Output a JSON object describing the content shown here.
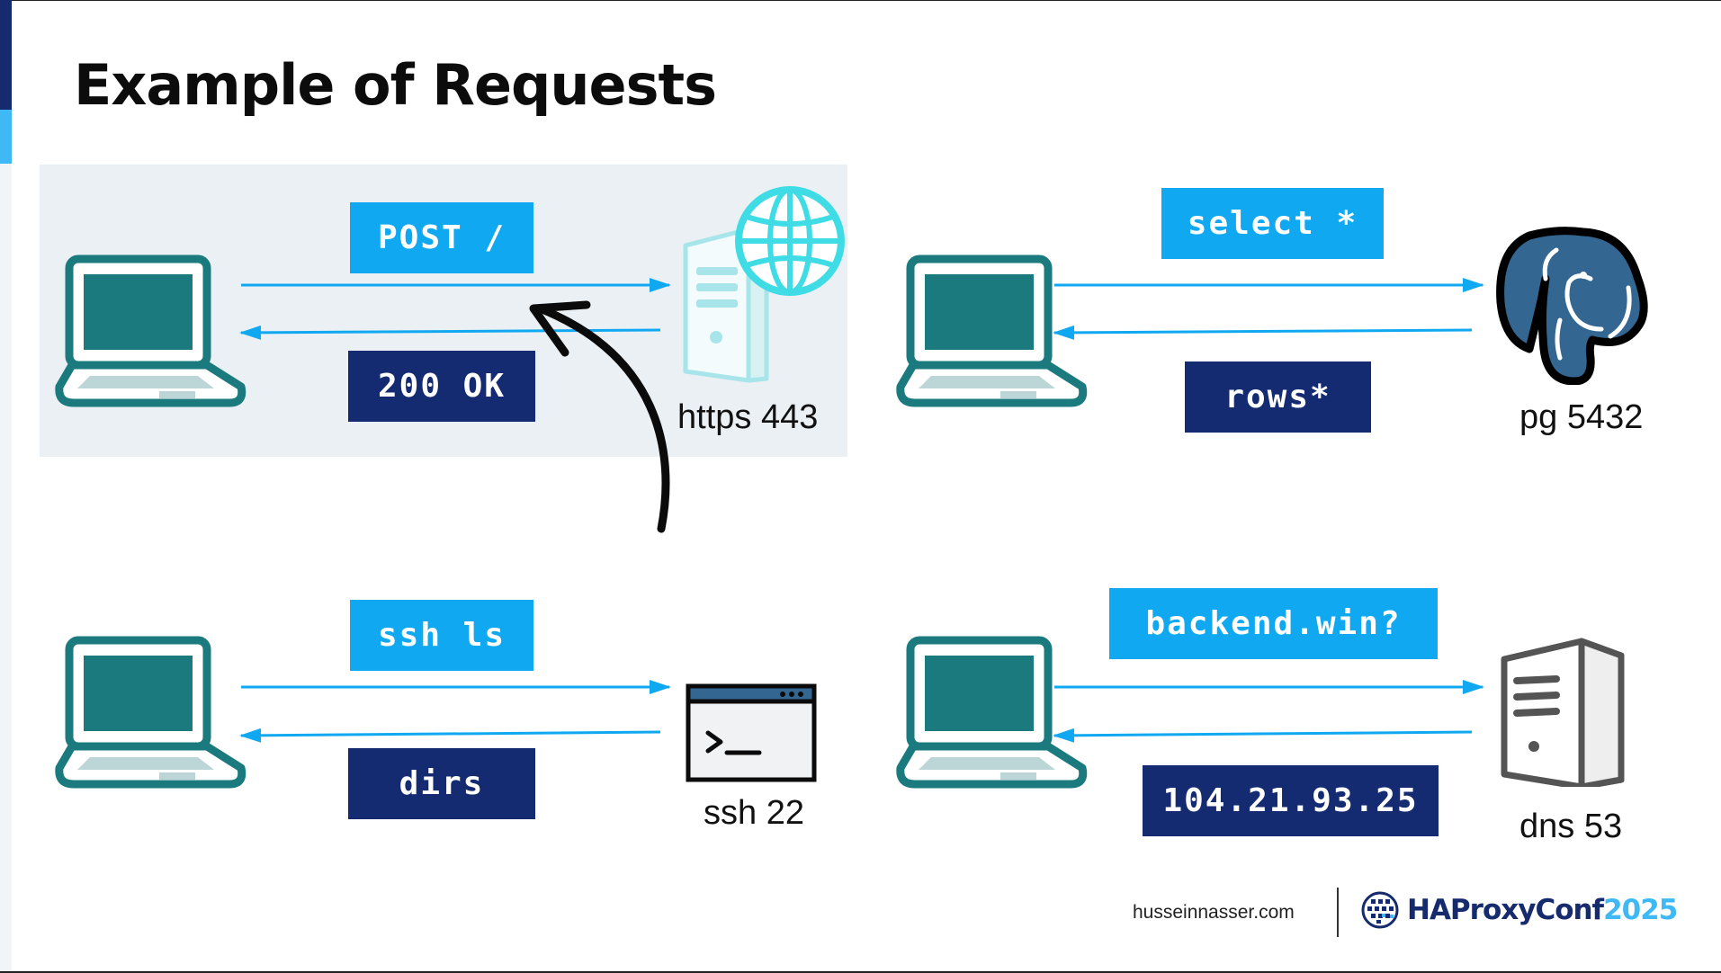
{
  "slide": {
    "title": "Example of Requests",
    "colors": {
      "request_box": "#10a9f1",
      "response_box": "#142a71",
      "arrow": "#10a9f1",
      "laptop": "#1a7a7e",
      "highlight_bg": "#ebf0f4",
      "accent_dark": "#162a6e",
      "accent_light": "#3fb9f5"
    }
  },
  "panels": [
    {
      "client_icon": "laptop-icon",
      "request": "POST /",
      "response": "200 OK",
      "server_icon": "web-server-globe-icon",
      "server_label": "https 443",
      "highlighted": true
    },
    {
      "client_icon": "laptop-icon",
      "request": "select *",
      "response": "rows*",
      "server_icon": "postgres-elephant-icon",
      "server_label": "pg 5432",
      "highlighted": false
    },
    {
      "client_icon": "laptop-icon",
      "request": "ssh ls",
      "response": "dirs",
      "server_icon": "terminal-window-icon",
      "server_label": "ssh 22",
      "highlighted": false
    },
    {
      "client_icon": "laptop-icon",
      "request": "backend.win?",
      "response": "104.21.93.25",
      "server_icon": "server-tower-icon",
      "server_label": "dns 53",
      "highlighted": false
    }
  ],
  "footer": {
    "site": "husseinnasser.com",
    "logo_icon": "haproxy-globe-icon",
    "brand": "HAProxyConf",
    "year": "2025"
  }
}
